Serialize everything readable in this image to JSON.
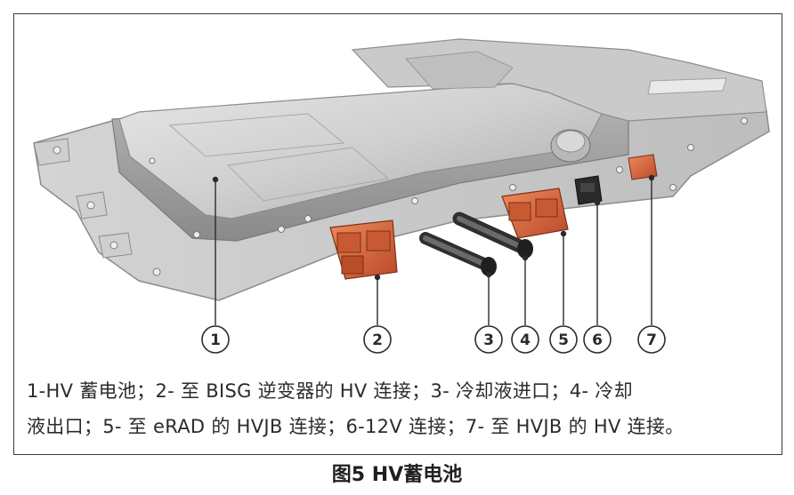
{
  "figure": {
    "callouts": [
      "1",
      "2",
      "3",
      "4",
      "5",
      "6",
      "7"
    ],
    "legend_lines": [
      "1-HV 蓄电池；2- 至 BISG 逆变器的 HV 连接；3- 冷却液进口；4- 冷却",
      "液出口；5- 至 eRAD 的 HVJB 连接；6-12V 连接；7- 至 HVJB 的 HV 连接。"
    ],
    "caption": "图5 HV蓄电池"
  },
  "colors": {
    "housing": "#c9c9c9",
    "housing_dark": "#8f8f8f",
    "connector_orange": "#d9643a",
    "border": "#3a3a3a",
    "text": "#2b2b2b"
  }
}
